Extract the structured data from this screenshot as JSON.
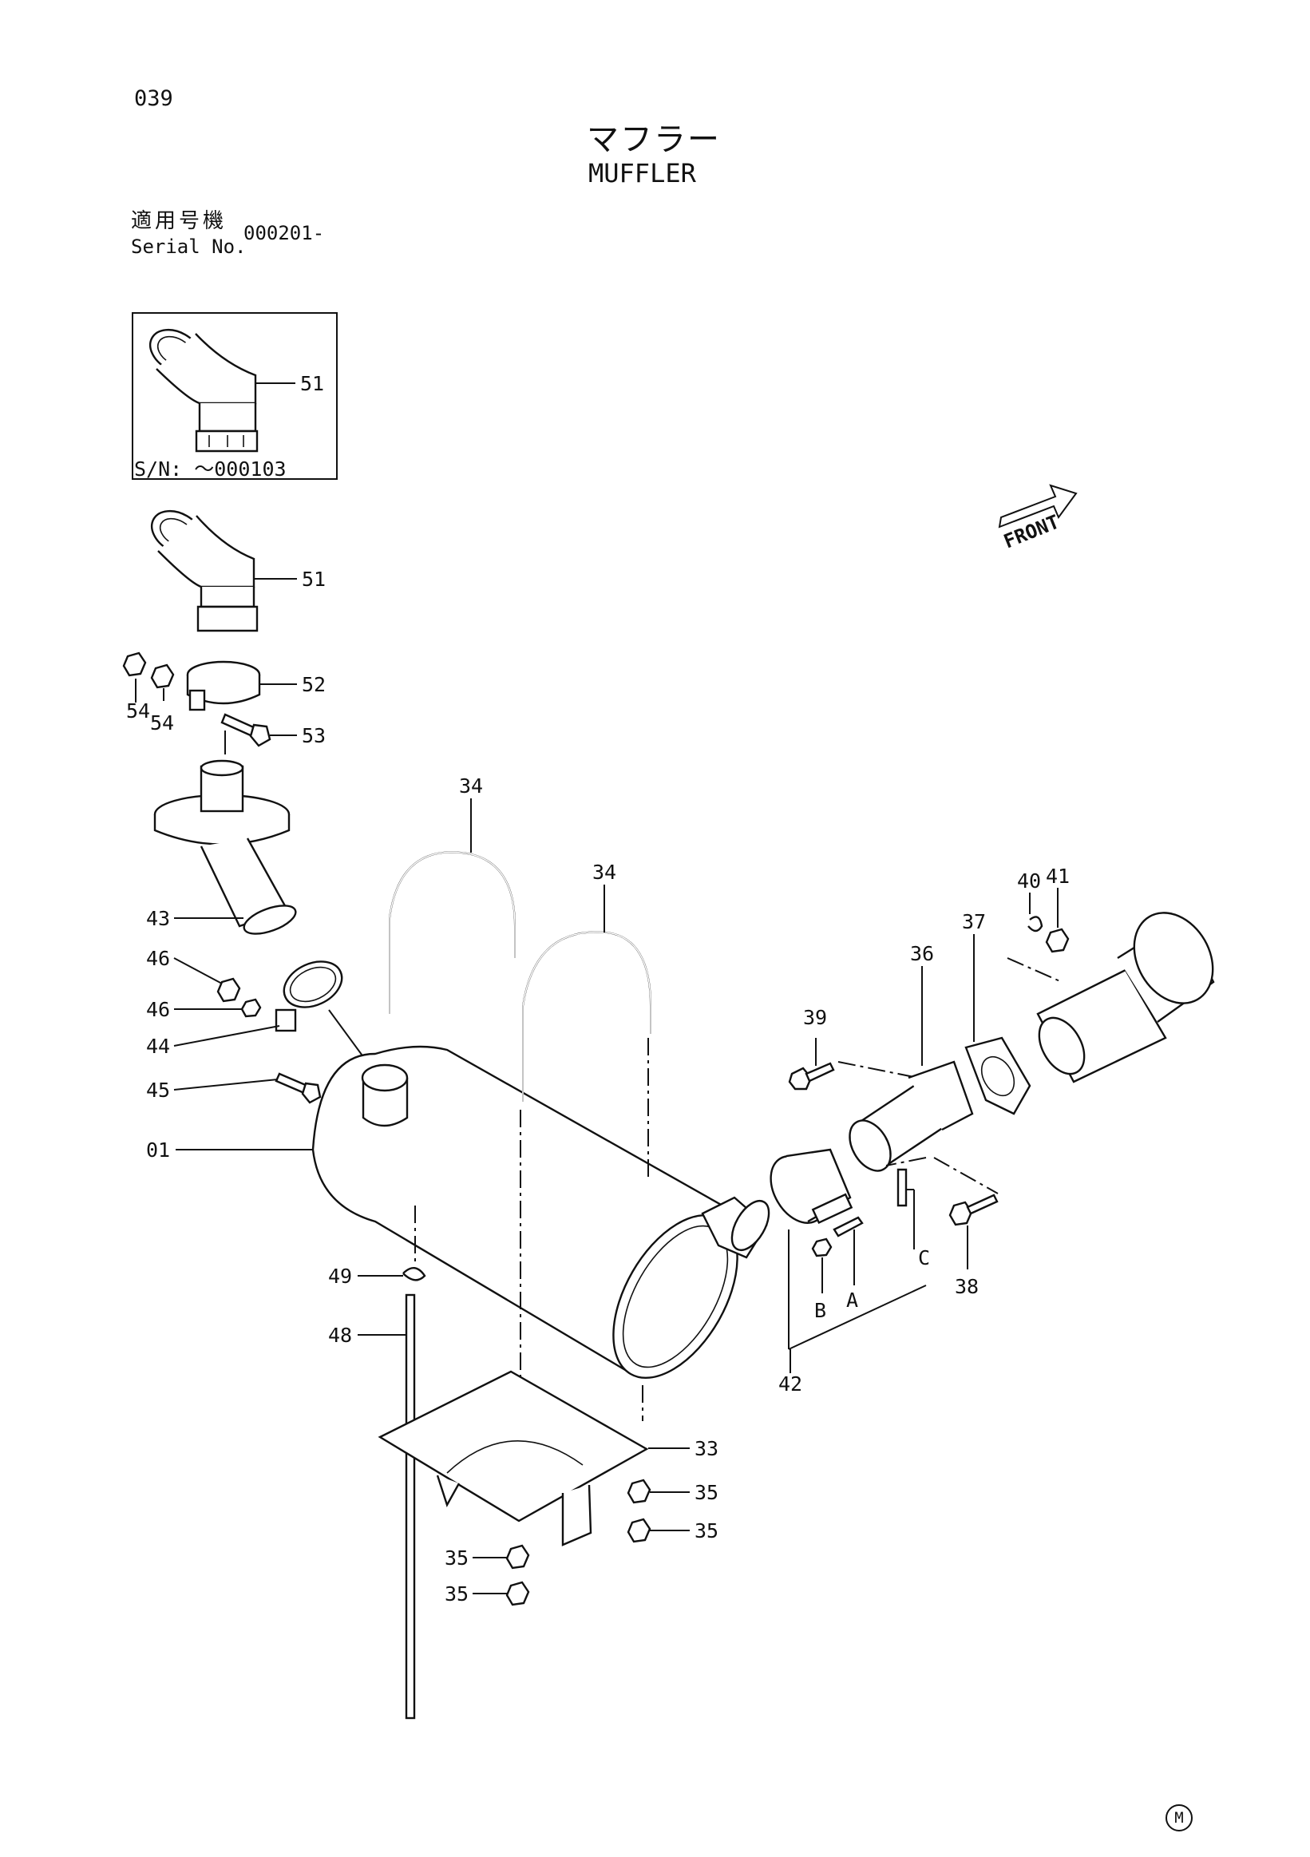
{
  "page_number": "039",
  "title": {
    "jp": "マフラー",
    "en": "MUFFLER"
  },
  "serial": {
    "jp_label": "適用号機",
    "en_label": "Serial No.",
    "value": "000201-"
  },
  "inset": {
    "sn_label": "S/N: ～000103",
    "part": "51"
  },
  "front_label": "FRONT",
  "maker_mark": "M",
  "callouts": {
    "c51a": "51",
    "c51b": "51",
    "c52": "52",
    "c53": "53",
    "c54a": "54",
    "c54b": "54",
    "c43": "43",
    "c46a": "46",
    "c46b": "46",
    "c44": "44",
    "c45": "45",
    "c01": "01",
    "c34a": "34",
    "c34b": "34",
    "c49": "49",
    "c48": "48",
    "c33": "33",
    "c35a": "35",
    "c35b": "35",
    "c35c": "35",
    "c35d": "35",
    "c39": "39",
    "c36": "36",
    "c37": "37",
    "c40": "40",
    "c41": "41",
    "c38": "38",
    "c42": "42",
    "cA": "A",
    "cB": "B",
    "cC": "C"
  }
}
